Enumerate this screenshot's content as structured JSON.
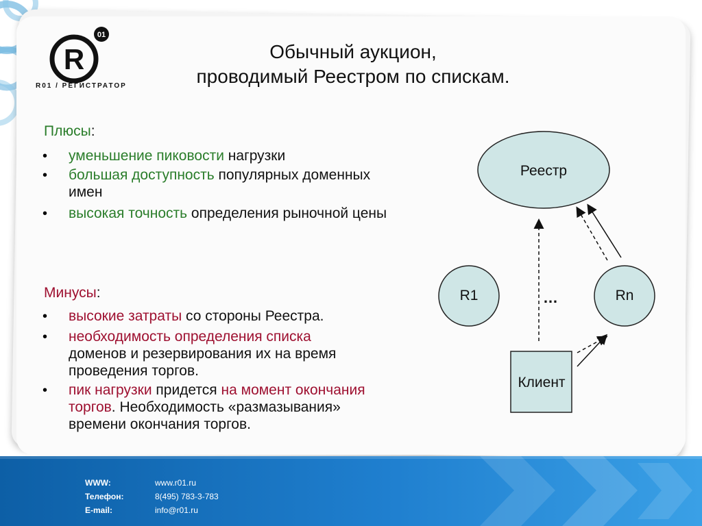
{
  "logo": {
    "badge": "01",
    "mark": "R",
    "wordmark": "R01 / РЕГИСТРАТОР"
  },
  "title": {
    "line1": "Обычный аукцион,",
    "line2": "проводимый Реестром по спискам."
  },
  "pros": {
    "heading": "Плюсы",
    "items": [
      {
        "accent": "уменьшение пиковости",
        "rest": " нагрузки"
      },
      {
        "accent": "большая доступность",
        "rest": " популярных доменных имен"
      },
      {
        "accent": "высокая точность",
        "rest": " определения рыночной цены"
      }
    ]
  },
  "cons": {
    "heading": "Минусы",
    "items": [
      {
        "accent": "высокие затраты",
        "rest": " со стороны Реестра."
      },
      {
        "accent": "необходимость определения списка",
        "rest": " доменов и резервирования их на время проведения торгов."
      },
      {
        "accent": "пик нагрузки",
        "mid": " придется ",
        "accent2": "на момент окончания торгов",
        "rest": ". Необходимость «размазывания» времени окончания торгов."
      }
    ]
  },
  "diagram": {
    "registry": "Реестр",
    "r1": "R1",
    "rn": "Rn",
    "ellipsis": "…",
    "client": "Клиент"
  },
  "footer": {
    "www_label": "WWW:",
    "www_value": "www.r01.ru",
    "phone_label": "Телефон:",
    "phone_value": "8(495) 783-3-783",
    "email_label": "E-mail:",
    "email_value": "info@r01.ru"
  },
  "colors": {
    "accent_green": "#2a7d2a",
    "accent_red": "#9e1030",
    "node_fill": "#cfe6e6",
    "footer_blue": "#1a72c0"
  }
}
